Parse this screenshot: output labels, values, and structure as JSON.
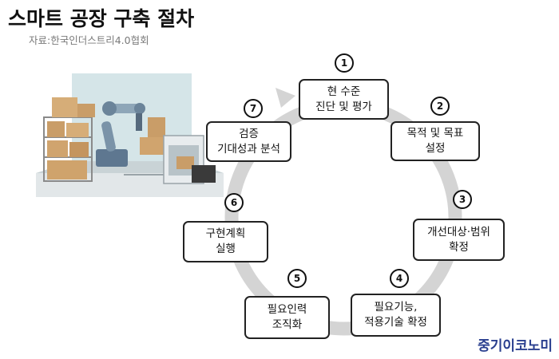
{
  "header": {
    "title": "스마트 공장 구축 절차",
    "source": "자료:한국인더스트리4.0협회"
  },
  "brand": "중기이코노미",
  "steps": [
    {
      "number": "1",
      "line1": "현 수준",
      "line2": "진단 및 평가"
    },
    {
      "number": "2",
      "line1": "목적 및 목표",
      "line2": "설정"
    },
    {
      "number": "3",
      "line1": "개선대상·범위",
      "line2": "확정"
    },
    {
      "number": "4",
      "line1": "필요기능,",
      "line2": "적용기술 확정"
    },
    {
      "number": "5",
      "line1": "필요인력",
      "line2": "조직화"
    },
    {
      "number": "6",
      "line1": "구현계획",
      "line2": "실행"
    },
    {
      "number": "7",
      "line1": "검증",
      "line2": "기대성과 분석"
    }
  ],
  "colors": {
    "ring": "#d4d4d4",
    "box_border": "#222222",
    "brand": "#2a3f8f",
    "scene_wall": "#cfe0e3",
    "scene_floor": "#dfe5e7",
    "boxes_cardboard": "#c9a06d",
    "robot_arm": "#7a93a8"
  },
  "decor_icons": [
    "factory-robot-arm-illustration"
  ]
}
